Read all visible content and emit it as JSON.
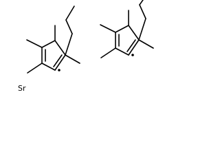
{
  "molecule": {
    "element_label": "Sr",
    "ligands": [
      "left-ligand",
      "right-ligand"
    ]
  },
  "colors": {
    "bond": "#000000",
    "background": "#ffffff"
  }
}
